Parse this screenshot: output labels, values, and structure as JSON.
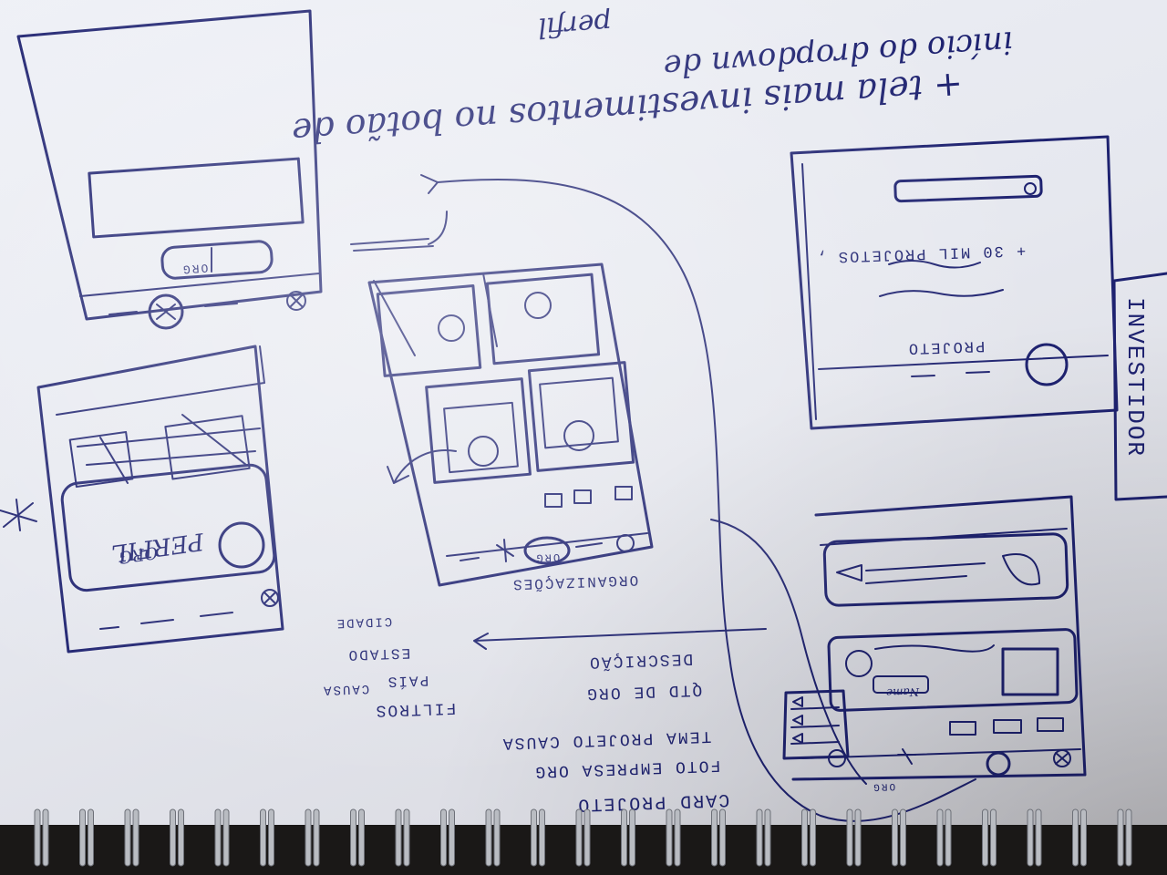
{
  "top_note": {
    "lines": [
      "+ tela mais investimentos no botão de",
      "início do dropdown de",
      "perfil"
    ]
  },
  "side_label": "INVESTIDOR",
  "investor_screen": {
    "project_count": "+ 30 MIL PROJETOS ,",
    "project_title": "PROJETO"
  },
  "center_screen": {
    "caption": "ORGANIZAÇÕES",
    "nav_badge": "ORG"
  },
  "left_screen": {
    "card_label_1": "PERFIL",
    "card_label_2": "ORG"
  },
  "top_left_screen": {
    "pill_label": "ORG"
  },
  "bottom_right_screen": {
    "chip_label": "Name",
    "nav_label": "ORG"
  },
  "list_notes": {
    "items": [
      "CARD PROJETO",
      "FOTO EMPRESA ORG",
      "TEMA PROJETO CAUSA",
      "QTD DE ORG",
      "DESCRIÇÃO"
    ],
    "filters_title": "FILTROS",
    "filters": [
      "PAÍS",
      "ESTADO",
      "CAUSA",
      "CIDADE"
    ]
  }
}
